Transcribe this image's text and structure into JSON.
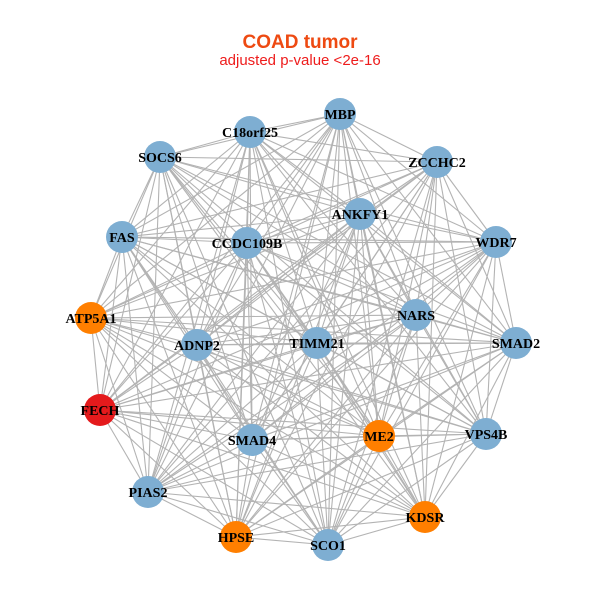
{
  "title": "COAD tumor",
  "subtitle": "adjusted p-value <2e-16",
  "colors": {
    "default_node": "#7eaed2",
    "orange_node": "#ff7f00",
    "red_node": "#e41a1c",
    "edge": "#b3b3b3",
    "title": "#ee4a12",
    "subtitle": "#ee1c1c"
  },
  "nodes": [
    {
      "id": "MBP",
      "group": "default"
    },
    {
      "id": "C18orf25",
      "group": "default"
    },
    {
      "id": "SOCS6",
      "group": "default"
    },
    {
      "id": "ZCCHC2",
      "group": "default"
    },
    {
      "id": "ANKFY1",
      "group": "default"
    },
    {
      "id": "FAS",
      "group": "default"
    },
    {
      "id": "CCDC109B",
      "group": "default"
    },
    {
      "id": "WDR7",
      "group": "default"
    },
    {
      "id": "ATP5A1",
      "group": "orange"
    },
    {
      "id": "NARS",
      "group": "default"
    },
    {
      "id": "TIMM21",
      "group": "default"
    },
    {
      "id": "ADNP2",
      "group": "default"
    },
    {
      "id": "SMAD2",
      "group": "default"
    },
    {
      "id": "FECH",
      "group": "red"
    },
    {
      "id": "ME2",
      "group": "orange"
    },
    {
      "id": "VPS4B",
      "group": "default"
    },
    {
      "id": "SMAD4",
      "group": "default"
    },
    {
      "id": "PIAS2",
      "group": "default"
    },
    {
      "id": "KDSR",
      "group": "orange"
    },
    {
      "id": "HPSE",
      "group": "orange"
    },
    {
      "id": "SCO1",
      "group": "default"
    }
  ],
  "edges": "all-pairs"
}
